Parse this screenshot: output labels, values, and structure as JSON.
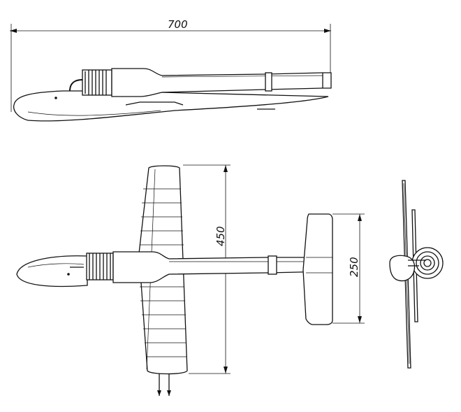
{
  "dimensions": {
    "length": "700",
    "wingspan": "450",
    "tail_span": "250"
  }
}
